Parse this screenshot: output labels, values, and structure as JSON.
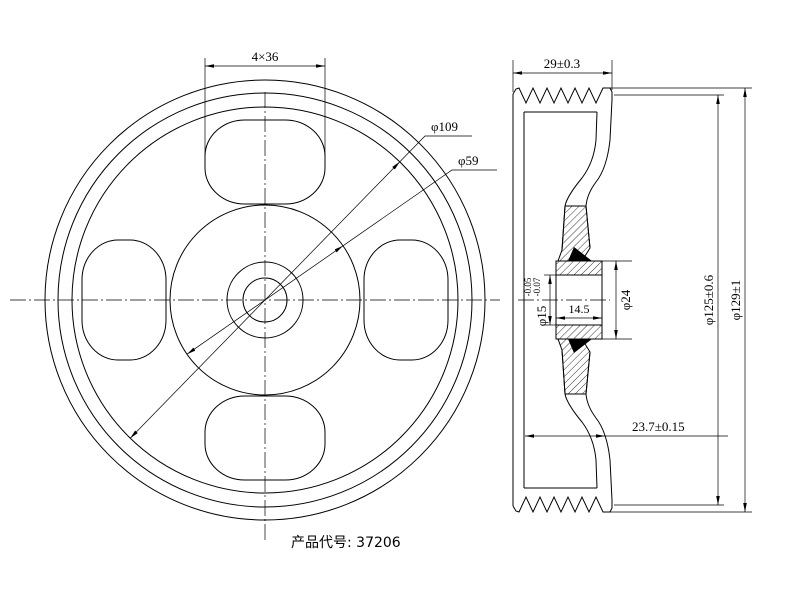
{
  "front_view": {
    "hole_dim": "4×36",
    "dia_large": "φ109",
    "dia_small": "φ59"
  },
  "side_view": {
    "width": "29±0.3",
    "bore_dia": "φ15",
    "bore_tol_upper": "-0.05",
    "bore_tol_lower": "-0.07",
    "hub_length": "14.5",
    "hub_dia": "φ24",
    "dia_125": "φ125±0.6",
    "dia_129": "φ129±1",
    "depth": "23.7±0.15"
  },
  "footer": {
    "product_code": "产品代号: 37206"
  },
  "colors": {
    "line": "#000000",
    "background": "#ffffff"
  }
}
